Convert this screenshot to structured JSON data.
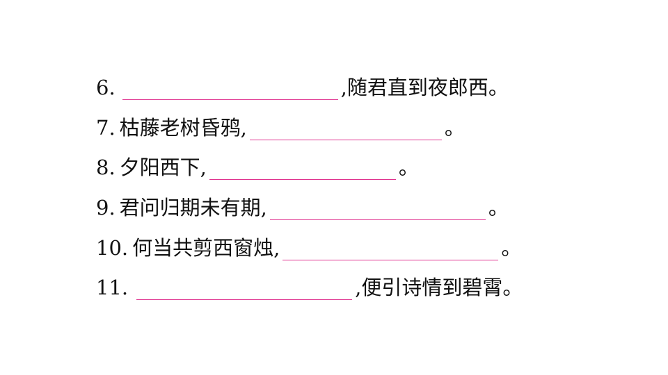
{
  "items": [
    {
      "num": "6.",
      "before": "",
      "after": ",随君直到夜郎西。"
    },
    {
      "num": "7.",
      "before": "枯藤老树昏鸦,",
      "after": "。"
    },
    {
      "num": "8.",
      "before": "夕阳西下,",
      "after": "。"
    },
    {
      "num": "9.",
      "before": "君问归期未有期,",
      "after": "。"
    },
    {
      "num": "10.",
      "before": "何当共剪西窗烛,",
      "after": "。"
    },
    {
      "num": "11.",
      "before": "",
      "after": ",便引诗情到碧霄。"
    }
  ],
  "colors": {
    "blank_line": "#e0338f",
    "text": "#111111"
  }
}
